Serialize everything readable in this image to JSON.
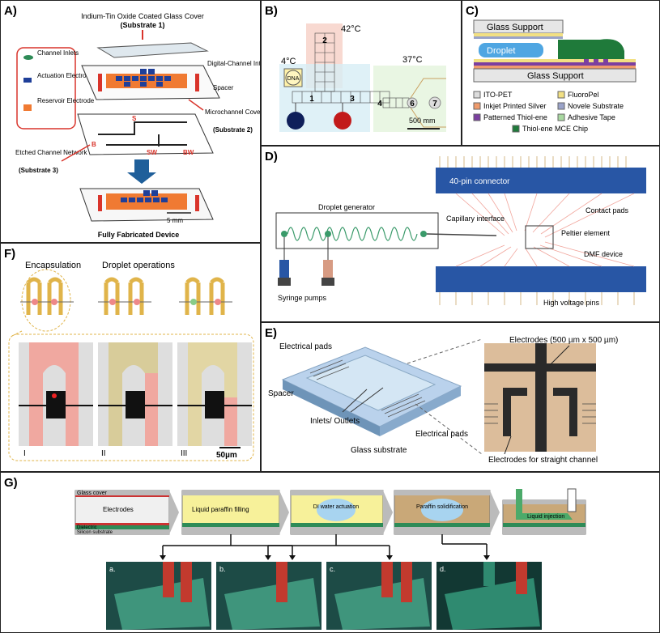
{
  "colors": {
    "accent_red": "#d9342b",
    "blue": "#1f3f99",
    "orange": "#f07a32",
    "green": "#2e8b57",
    "pink": "#f4b6b0"
  },
  "panel_a": {
    "label": "A)",
    "cover_title": "Indium-Tin Oxide Coated Glass Cover",
    "substrate1": "(Substrate 1)",
    "legend": [
      "Channel Inlets",
      "Actuation Electrode",
      "Reservoir Electrode"
    ],
    "digital_interface": "Digital-Channel Interface",
    "spacer": "Spacer",
    "cover_plate": "Microchannel Cover Plate",
    "substrate2": "(Substrate 2)",
    "etched": "Etched Channel Network",
    "substrate3": "(Substrate 3)",
    "ch_s": "S",
    "ch_b": "B",
    "ch_sw": "SW",
    "ch_bw": "BW",
    "scale": "5 mm",
    "footer": "Fully Fabricated Device"
  },
  "panel_b": {
    "label": "B)",
    "temp_top": "42°C",
    "temp_left": "4°C",
    "temp_right": "37°C",
    "dna": "DNA",
    "nodes": [
      "1",
      "2",
      "3",
      "4",
      "6",
      "7"
    ],
    "scale": "500 mm"
  },
  "panel_c": {
    "label": "C)",
    "glass_top": "Glass Support",
    "droplet": "Droplet",
    "glass_bottom": "Glass Support",
    "legend": [
      "ITO-PET",
      "FluoroPel",
      "Inkjet Printed Silver",
      "Novele Substrate",
      "Patterned Thiol-ene",
      "Adhesive Tape",
      "Thiol-ene MCE Chip"
    ]
  },
  "panel_d": {
    "label": "D)",
    "connector": "40-pin connector",
    "droplet_gen": "Droplet generator",
    "capillary": "Capillary interface",
    "contact_pads": "Contact pads",
    "peltier": "Peltier element",
    "dmf": "DMF device",
    "syringe": "Syringe pumps",
    "hv": "High voltage pins"
  },
  "panel_e": {
    "label": "E)",
    "pads_top": "Electrical pads",
    "spacer": "Spacer",
    "inlets": "Inlets/ Outlets",
    "glass": "Glass substrate",
    "pads_bottom": "Electrical pads",
    "electrodes": "Electrodes (500 µm x 500 µm)",
    "straight": "Electrodes for straight channel"
  },
  "panel_f": {
    "label": "F)",
    "encap": "Encapsulation",
    "ops": "Droplet operations",
    "frames": [
      "I",
      "II",
      "III"
    ],
    "scale": "50µm"
  },
  "panel_g": {
    "label": "G)",
    "glass_cover": "Glass cover",
    "electrodes": "Electrodes",
    "dielectric": "Dielectric",
    "silicon": "Silicon substrate",
    "steps": [
      "Liquid paraffin filling",
      "DI water actuation",
      "Paraffin solidification",
      "Liquid injection"
    ],
    "sub": [
      "a.",
      "b.",
      "c.",
      "d."
    ]
  }
}
